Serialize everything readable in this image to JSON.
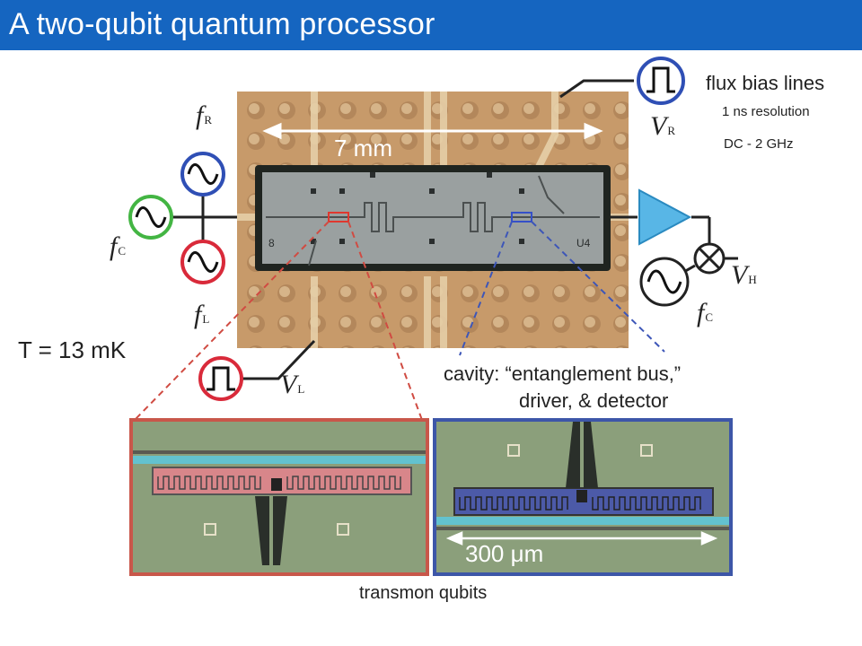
{
  "title": "A two-qubit quantum processor",
  "labels": {
    "flux_bias_lines": "flux bias lines",
    "resolution": "1 ns resolution",
    "bandwidth": "DC - 2 GHz",
    "temperature": "T = 13 mK",
    "cavity_line1": "cavity: “entanglement bus,”",
    "cavity_line2": "driver, & detector",
    "transmon": "transmon qubits",
    "chip_size": "7 mm",
    "scale_bar": "300 μm",
    "chip_mark_left": "8",
    "chip_mark_right": "U4"
  },
  "symbols": {
    "fR": {
      "base": "f",
      "sub": "R"
    },
    "fC_left": {
      "base": "f",
      "sub": "C"
    },
    "fL": {
      "base": "f",
      "sub": "L"
    },
    "fC_right": {
      "base": "f",
      "sub": "C"
    },
    "VR": {
      "base": "V",
      "sub": "R"
    },
    "VL": {
      "base": "V",
      "sub": "L"
    },
    "VH": {
      "base": "V",
      "sub": "H"
    }
  },
  "colors": {
    "title_bar": "#1565c0",
    "source_R": "#2f4fb5",
    "source_C": "#43b543",
    "source_L": "#d92a3a",
    "pulse": "#2f4fb5",
    "amplifier": "#58b6e6",
    "left_inset_border": "#c8574a",
    "right_inset_border": "#3d56a8"
  },
  "icons": [
    "sine-wave-source-icon",
    "square-pulse-source-icon",
    "amplifier-triangle-icon",
    "mixer-icon"
  ]
}
